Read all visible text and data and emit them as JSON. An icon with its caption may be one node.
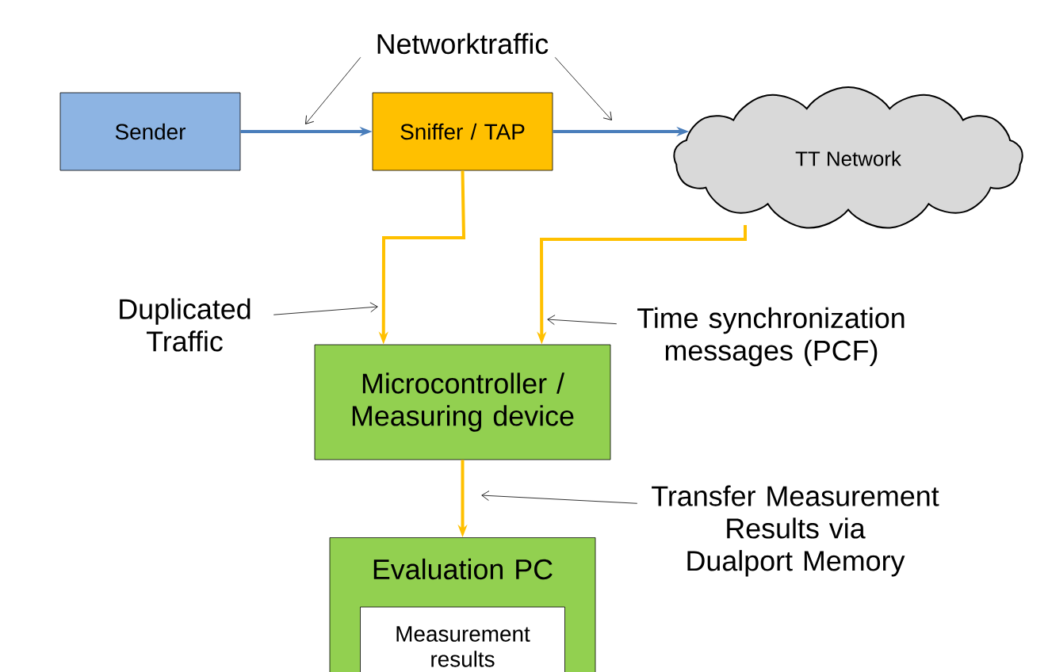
{
  "diagram": {
    "nodes": [
      {
        "text": [
          "Sender"
        ]
      },
      {
        "text": [
          "Sniffer / TAP"
        ]
      },
      {
        "text": [
          "TT Network"
        ]
      },
      {
        "text": [
          "Microcontroller / Measuring device"
        ]
      },
      {
        "text": [
          "Evaluation PC"
        ]
      },
      {
        "text": [
          "Measurement results"
        ],
        "in": 4
      },
      {
        "text": [
          "Networktraffic"
        ]
      },
      {
        "text": [
          "Duplicated Traffic"
        ]
      },
      {
        "text": [
          "Time synchronization messages (PCF)"
        ]
      },
      {
        "text": [
          "Transfer Measurement Results via Dualport Memory"
        ]
      }
    ],
    "edges": [
      {
        "from": 0,
        "to": 1,
        "arrow": "to",
        "style": "thick",
        "color": "#4a7ebb"
      },
      {
        "from": 1,
        "to": 2,
        "arrow": "to",
        "style": "thick",
        "color": "#4a7ebb"
      },
      {
        "from": 1,
        "to": 3,
        "arrow": "to",
        "style": "thick",
        "color": "#ffc000"
      },
      {
        "from": 2,
        "to": 3,
        "arrow": "to",
        "style": "thick",
        "color": "#ffc000"
      },
      {
        "from": 3,
        "to": 4,
        "arrow": "to",
        "style": "thick",
        "color": "#ffc000"
      },
      {
        "from": 6,
        "to": null,
        "arrow": "to"
      },
      {
        "from": 6,
        "to": null,
        "arrow": "to"
      },
      {
        "from": 7,
        "to": null,
        "arrow": "to"
      },
      {
        "from": 8,
        "to": null,
        "arrow": "to"
      },
      {
        "from": 9,
        "to": null,
        "arrow": "to"
      }
    ]
  }
}
